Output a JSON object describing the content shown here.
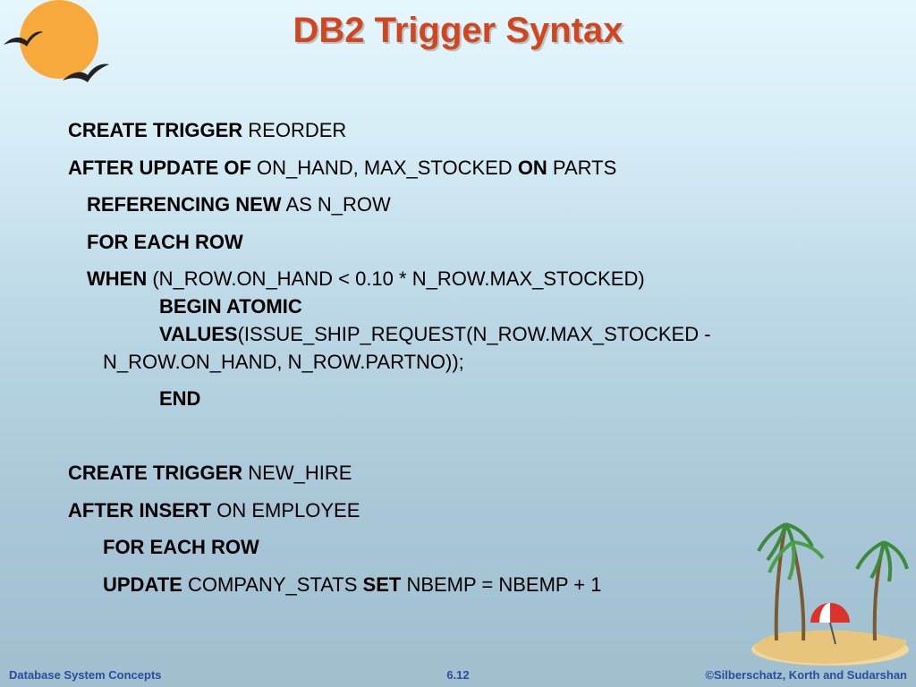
{
  "slide": {
    "title": "DB2 Trigger Syntax"
  },
  "trigger1": {
    "l1_kw": "CREATE TRIGGER",
    "l1_tx": " REORDER",
    "l2_kw1": "AFTER UPDATE OF",
    "l2_tx1": " ON_HAND, MAX_STOCKED ",
    "l2_kw2": "ON",
    "l2_tx2": " PARTS",
    "l3_kw": "REFERENCING NEW",
    "l3_tx": " AS N_ROW",
    "l4_kw": "FOR EACH ROW",
    "l5_kw": "WHEN",
    "l5_tx": " (N_ROW.ON_HAND < 0.10 * N_ROW.MAX_STOCKED)",
    "l6_kw": "BEGIN ATOMIC",
    "l7_kw": "VALUES",
    "l7_tx": "(ISSUE_SHIP_REQUEST(N_ROW.MAX_STOCKED -",
    "l8_tx": "N_ROW.ON_HAND, N_ROW.PARTNO));",
    "l9_kw": "END"
  },
  "trigger2": {
    "l1_kw": "CREATE TRIGGER",
    "l1_tx": " NEW_HIRE",
    "l2_kw": "AFTER INSERT",
    "l2_tx": " ON EMPLOYEE",
    "l3_kw": "FOR EACH ROW",
    "l4_kw1": "UPDATE",
    "l4_tx1": " COMPANY_STATS ",
    "l4_kw2": "SET",
    "l4_tx2": " NBEMP = NBEMP + 1"
  },
  "footer": {
    "left": "Database System Concepts",
    "center": "6.12",
    "right": "©Silberschatz, Korth and Sudarshan"
  },
  "colors": {
    "title": "#d1461e",
    "footer": "#2f4aa0",
    "sun": "#f7a93b"
  },
  "icons": {
    "sun": "sun-icon",
    "birds": "birds-icon",
    "island": "palm-island-icon"
  }
}
